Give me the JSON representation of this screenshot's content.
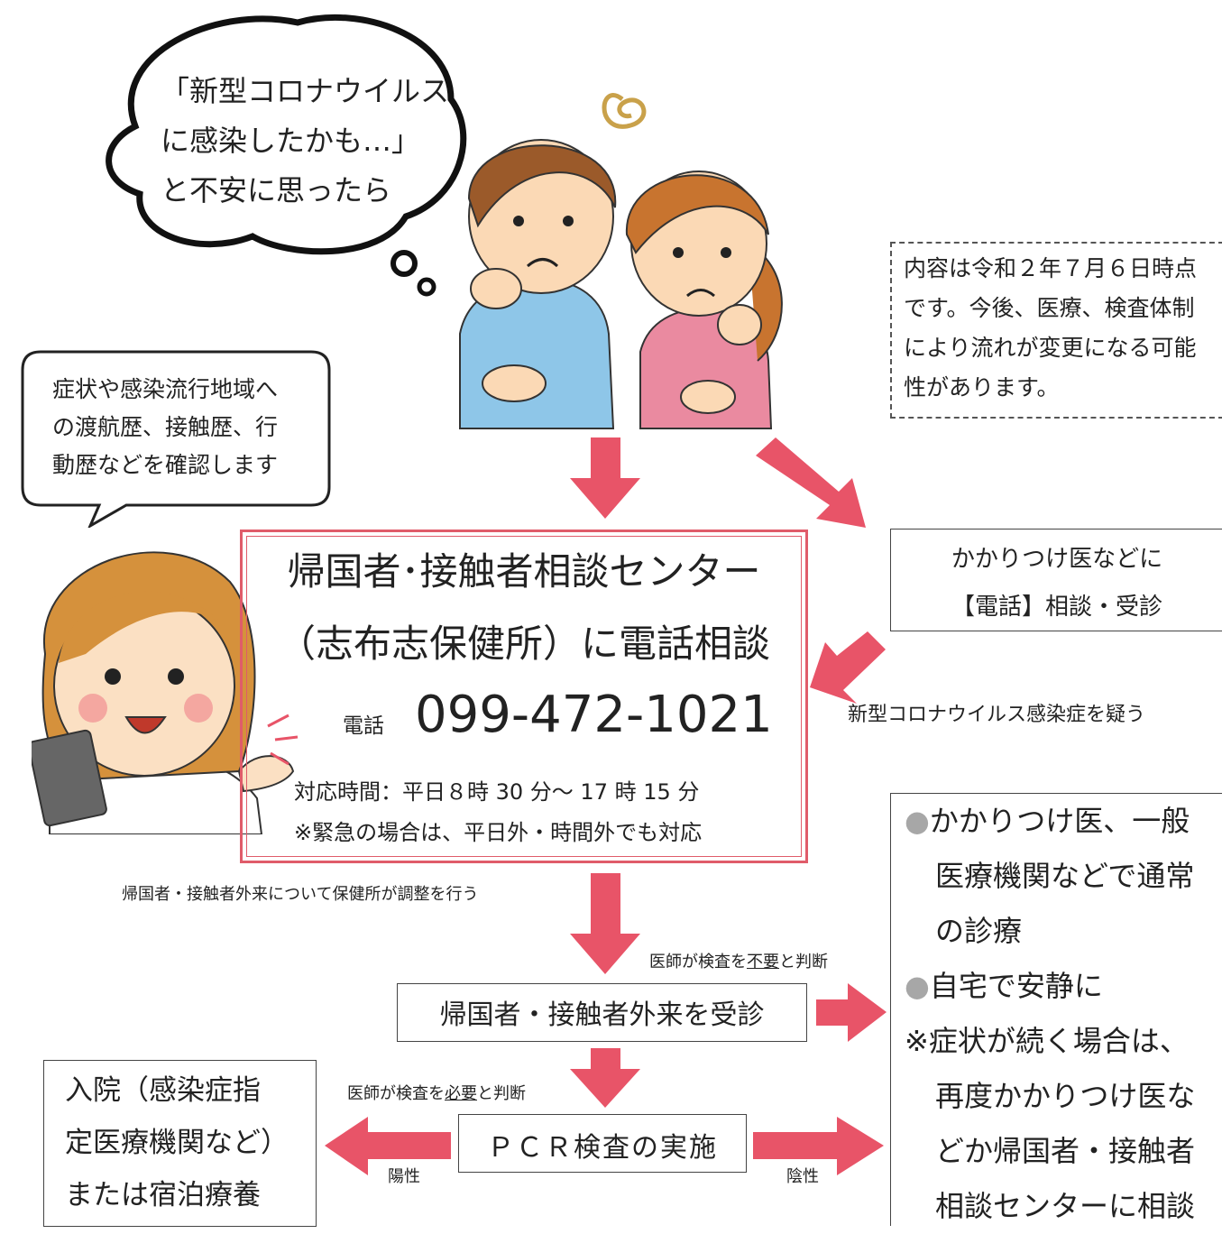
{
  "thought_bubble": {
    "lines": [
      "「新型コロナウイルス",
      "に感染したかも…」",
      "と不安に思ったら"
    ]
  },
  "speech_bubble": {
    "lines": [
      "症状や感染流行地域へ",
      "の渡航歴、接触歴、行",
      "動歴などを確認します"
    ]
  },
  "note": {
    "lines": [
      "内容は令和２年７月６日時点",
      "です。今後、医療、検査体制",
      "により流れが変更になる可能",
      "性があります。"
    ]
  },
  "center": {
    "title_line1": "帰国者･接触者相談センター",
    "title_line2": "（志布志保健所）に電話相談",
    "phone_label": "電話",
    "phone_number": "099-472-1021",
    "hours": "対応時間：平日８時 30 分～ 17 時 15 分",
    "emergency": "※緊急の場合は、平日外・時間外でも対応"
  },
  "gp_box": {
    "line1": "かかりつけ医などに",
    "line2": "【電話】相談・受診"
  },
  "suspect_label": "新型コロナウイルス感染症を疑う",
  "adjust_label": "帰国者・接触者外来について保健所が調整を行う",
  "unneeded_label": {
    "pre": "医師が検査を",
    "em": "不要",
    "post": "と判断"
  },
  "needed_label": {
    "pre": "医師が検査を",
    "em": "必要",
    "post": "と判断"
  },
  "visit_box": "帰国者・接触者外来を受診",
  "pcr_box": "ＰＣＲ検査の実施",
  "hospital_box": {
    "lines": [
      "入院（感染症指",
      "定医療機関など）",
      "または宿泊療養"
    ]
  },
  "positive_label": "陽性",
  "negative_label": "陰性",
  "right_box": {
    "bullet": "●",
    "item1": [
      "かかりつけ医、一般",
      "医療機関などで通常",
      "の診療"
    ],
    "item2": "自宅で安静に",
    "note": [
      "※症状が続く場合は、",
      "再度かかりつけ医な",
      "どか帰国者・接触者",
      "相談センターに相談"
    ]
  },
  "colors": {
    "arrow": "#e85468",
    "frame": "#e05c6a",
    "shirt_man": "#8ec6e8",
    "shirt_woman": "#ea8aa0"
  }
}
